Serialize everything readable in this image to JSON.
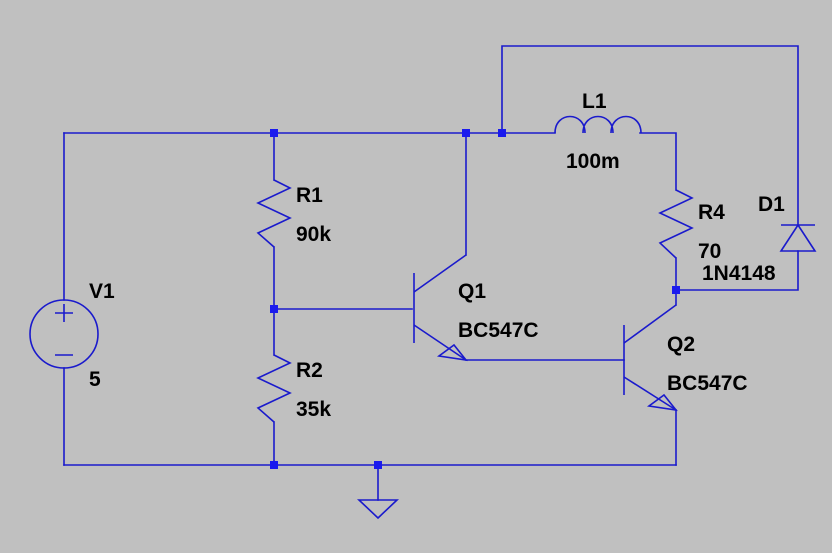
{
  "components": {
    "v1": {
      "ref": "V1",
      "value": "5"
    },
    "r1": {
      "ref": "R1",
      "value": "90k"
    },
    "r2": {
      "ref": "R2",
      "value": "35k"
    },
    "r4": {
      "ref": "R4",
      "value": "70"
    },
    "l1": {
      "ref": "L1",
      "value": "100m"
    },
    "d1": {
      "ref": "D1",
      "value": "1N4148"
    },
    "q1": {
      "ref": "Q1",
      "value": "BC547C"
    },
    "q2": {
      "ref": "Q2",
      "value": "BC547C"
    }
  },
  "colors": {
    "background": "#c0c0c0",
    "wire": "#1a1acc",
    "junction": "#1a1aee",
    "text": "#000000"
  }
}
